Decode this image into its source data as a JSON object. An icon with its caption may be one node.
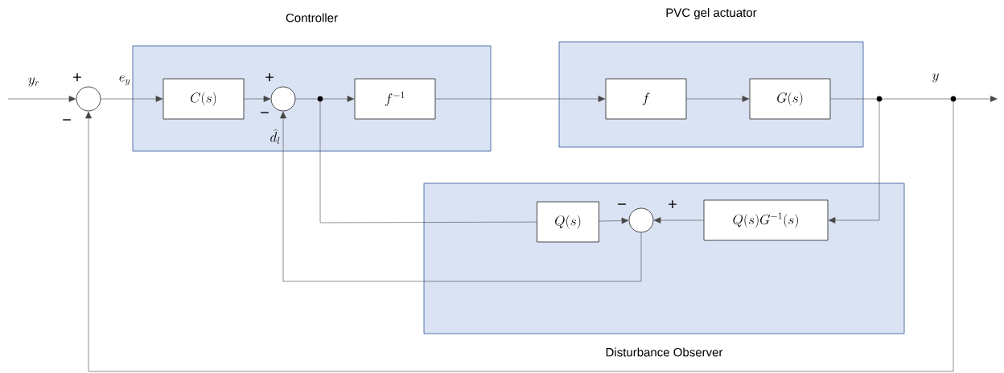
{
  "diagram": {
    "nodes": [
      {
        "text": [
          "Controller"
        ]
      },
      {
        "text": [
          "PVC gel actuator"
        ]
      },
      {
        "text": [
          "Disturbance Observer"
        ]
      },
      {
        "text": [],
        "shape": "circle"
      },
      {
        "text": [
          "C(s)"
        ],
        "in": 0
      },
      {
        "text": [],
        "shape": "circle",
        "in": 0
      },
      {
        "text": [],
        "shape": "dot",
        "in": 0
      },
      {
        "text": [
          "f^{-1}"
        ],
        "in": 0
      },
      {
        "text": [
          "f"
        ],
        "in": 1
      },
      {
        "text": [
          "G(s)"
        ],
        "in": 1
      },
      {
        "text": [],
        "shape": "dot"
      },
      {
        "text": [],
        "shape": "dot"
      },
      {
        "text": [
          "Q(s)"
        ],
        "in": 2
      },
      {
        "text": [],
        "shape": "circle",
        "in": 2
      },
      {
        "text": [
          "Q(s)G^{-1}(s)"
        ],
        "in": 2
      }
    ],
    "edges": [
      {
        "from": null,
        "to": 3,
        "arrow": "to",
        "label": "y_r"
      },
      {
        "from": 3,
        "to": 4,
        "arrow": "to",
        "label": "e_y"
      },
      {
        "from": 4,
        "to": 5,
        "arrow": "to"
      },
      {
        "from": 5,
        "to": 6,
        "arrow": "none"
      },
      {
        "from": 6,
        "to": 7,
        "arrow": "to"
      },
      {
        "from": 7,
        "to": 8,
        "arrow": "to"
      },
      {
        "from": 8,
        "to": 9,
        "arrow": "to"
      },
      {
        "from": 9,
        "to": 10,
        "arrow": "none"
      },
      {
        "from": 10,
        "to": 11,
        "arrow": "none",
        "label": "y"
      },
      {
        "from": 11,
        "to": null,
        "arrow": "to"
      },
      {
        "from": 11,
        "to": 3,
        "arrow": "to"
      },
      {
        "from": 10,
        "to": 14,
        "arrow": "to"
      },
      {
        "from": 14,
        "to": 13,
        "arrow": "to"
      },
      {
        "from": 12,
        "to": 13,
        "arrow": "to"
      },
      {
        "from": 6,
        "to": 12,
        "arrow": "none"
      },
      {
        "from": 13,
        "to": 5,
        "arrow": "to",
        "label": "\\widehat{d}_l"
      }
    ],
    "labels": [
      "+",
      "+",
      "−",
      "−",
      "−",
      "+"
    ]
  }
}
